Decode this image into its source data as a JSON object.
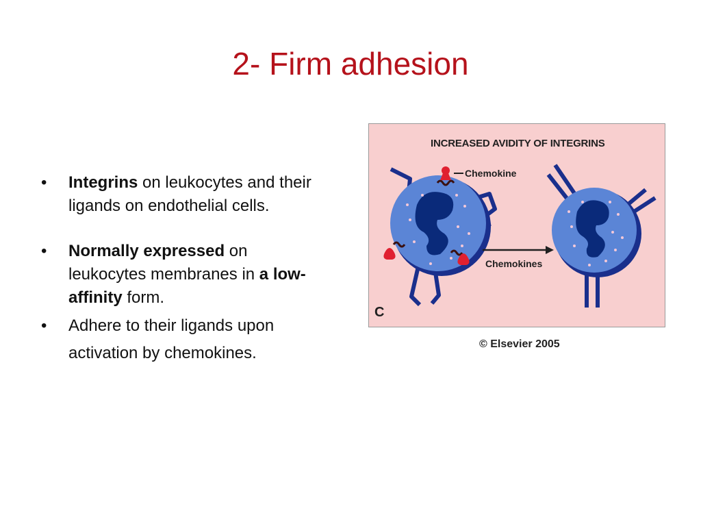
{
  "slide": {
    "title": "2- Firm adhesion"
  },
  "bullets": [
    {
      "marker": "•",
      "bold_1": "Integrins",
      "text_1": " on leukocytes and their ligands on endothelial cells."
    },
    {
      "marker": "•",
      "bold_1": "Normally expressed",
      "text_1": " on leukocytes membranes in ",
      "bold_2": "a low-affinity",
      "text_2": " form."
    },
    {
      "marker": "•",
      "text_1": "Adhere to their ligands upon activation by chemokines."
    }
  ],
  "figure": {
    "title": "INCREASED AVIDITY OF INTEGRINS",
    "chemokine_label": "Chemokine",
    "arrow_label": "Chemokines",
    "panel_letter": "C",
    "copyright": "© Elsevier 2005",
    "colors": {
      "background": "#f8cfcf",
      "cell": "#5b85d6",
      "nucleus": "#0a2a7a",
      "integrin": "#1a2f8c",
      "chemokine": "#e02030"
    }
  }
}
